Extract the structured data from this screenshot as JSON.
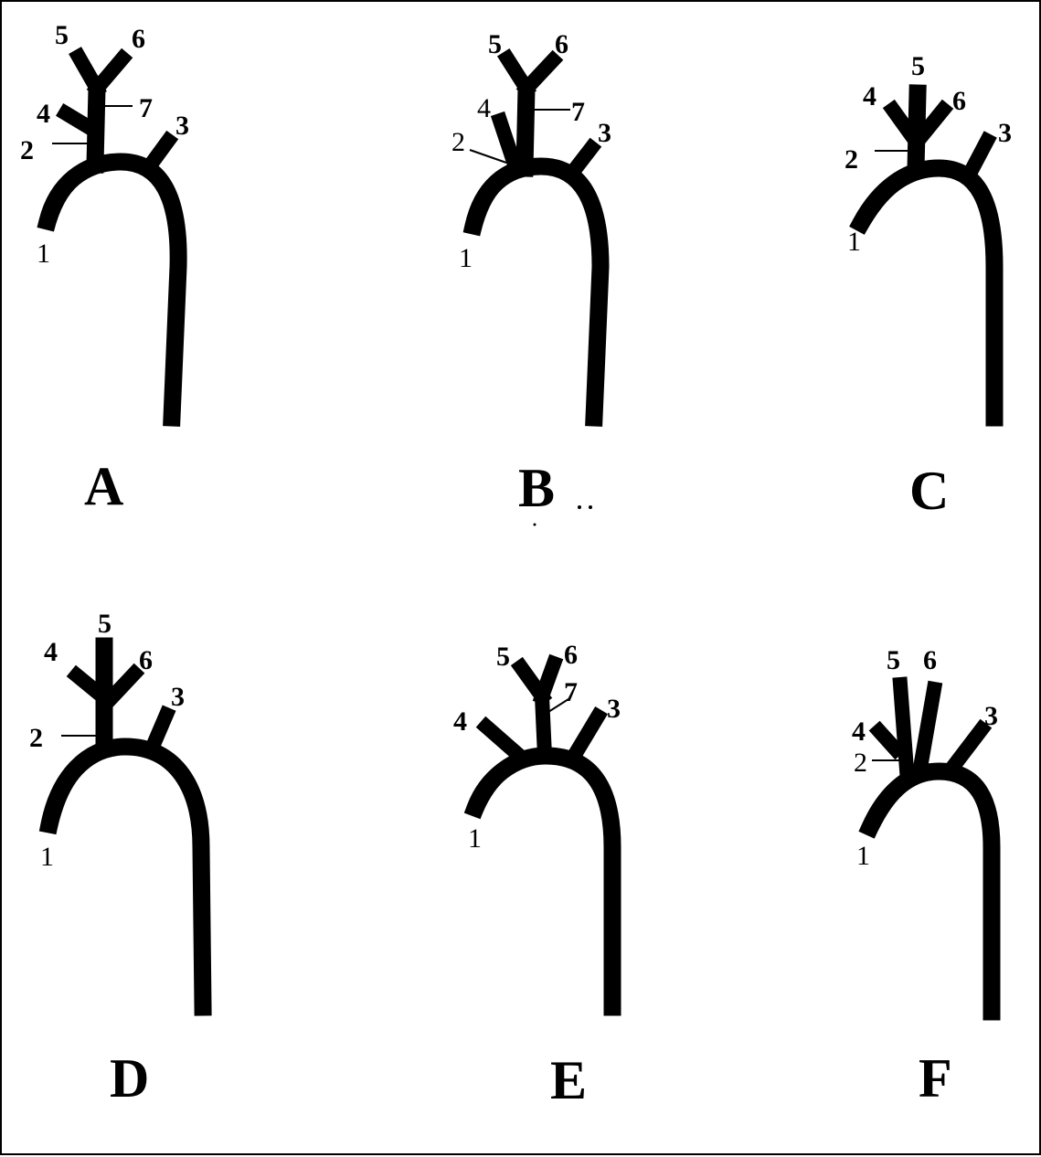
{
  "panels": [
    {
      "id": "A",
      "letter": "A",
      "labels": {
        "l1": "1",
        "l2": "2",
        "l3": "3",
        "l4": "4",
        "l5": "5",
        "l6": "6",
        "l7": "7"
      }
    },
    {
      "id": "B",
      "letter": "B",
      "labels": {
        "l1": "1",
        "l2": "2",
        "l3": "3",
        "l4": "4",
        "l5": "5",
        "l6": "6",
        "l7": "7"
      }
    },
    {
      "id": "C",
      "letter": "C",
      "labels": {
        "l1": "1",
        "l2": "2",
        "l3": "3",
        "l4": "4",
        "l5": "5",
        "l6": "6"
      }
    },
    {
      "id": "D",
      "letter": "D",
      "labels": {
        "l1": "1",
        "l2": "2",
        "l3": "3",
        "l4": "4",
        "l5": "5",
        "l6": "6"
      }
    },
    {
      "id": "E",
      "letter": "E",
      "labels": {
        "l1": "1",
        "l3": "3",
        "l4": "4",
        "l5": "5",
        "l6": "6",
        "l7": "7"
      }
    },
    {
      "id": "F",
      "letter": "F",
      "labels": {
        "l1": "1",
        "l2": "2",
        "l3": "3",
        "l4": "4",
        "l5": "5",
        "l6": "6"
      }
    }
  ]
}
